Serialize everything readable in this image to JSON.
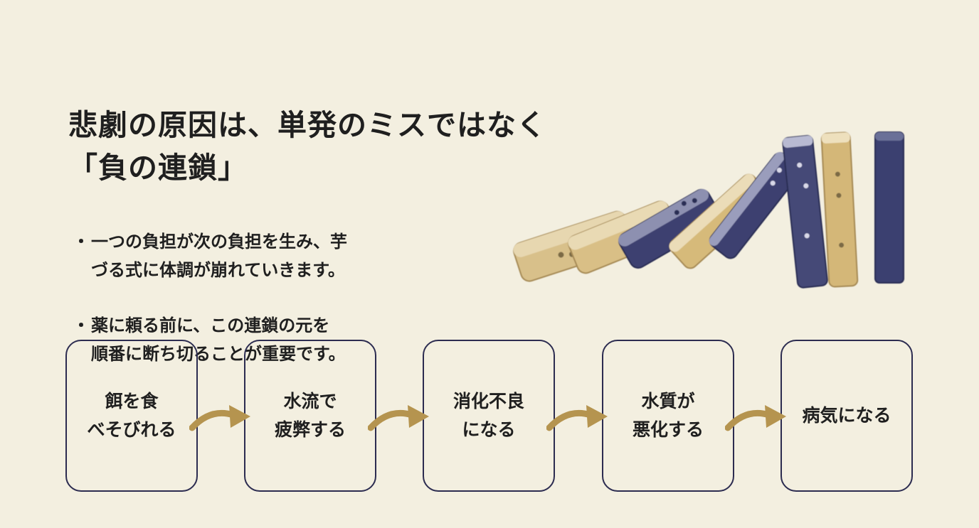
{
  "title": {
    "line1": "悲劇の原因は、単発のミスではなく",
    "line2": "「負の連鎖」"
  },
  "bullets": [
    {
      "marker": "・",
      "line1": "一つの負担が次の負担を生み、芋",
      "line2": "づる式に体調が崩れていきます。"
    },
    {
      "marker": "・",
      "line1": "薬に頼る前に、この連鎖の元を",
      "line2": "順番に断ち切ることが重要です。"
    }
  ],
  "flow": [
    {
      "label": "餌を食\nべそびれる"
    },
    {
      "label": "水流で\n疲弊する"
    },
    {
      "label": "消化不良\nになる"
    },
    {
      "label": "水質が\n悪化する"
    },
    {
      "label": "病気になる"
    }
  ],
  "colors": {
    "background": "#f3efe0",
    "text": "#1f1f1f",
    "box_border": "#2c2c50",
    "arrow": "#b5944f",
    "domino_gold": "#d8c08a",
    "domino_navy": "#3d4170"
  },
  "icons": [
    "domino-illustration",
    "curved-arrow-icon"
  ]
}
